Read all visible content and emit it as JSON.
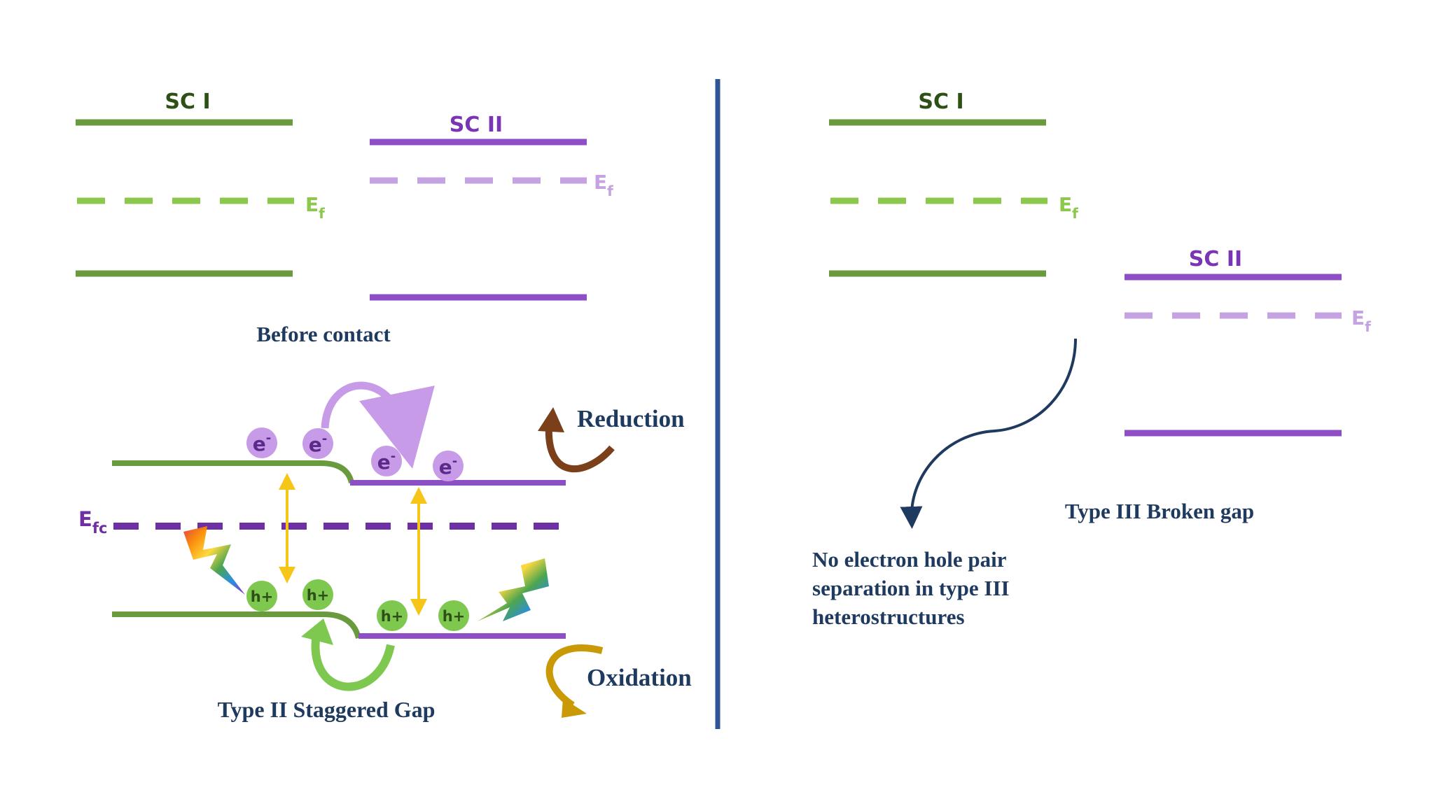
{
  "colors": {
    "green_dark": "#2d5016",
    "green_band": "#6a9a3e",
    "green_fermi": "#8cc84b",
    "green_hole": "#7ec850",
    "purple_band": "#8e4ec6",
    "purple_fermi": "#c5a2e2",
    "purple_fc": "#6d2fa3",
    "purple_electron": "#c79be8",
    "purple_text": "#7a35b5",
    "navy": "#1f3a5f",
    "divider": "#2f5597",
    "yellow": "#f5c518",
    "brown": "#7b3f1a",
    "gold": "#c99a06"
  },
  "left_panel": {
    "sc1_label": "SC I",
    "sc2_label": "SC II",
    "ef_main": "E",
    "ef_sub": "f",
    "before_contact": "Before contact",
    "efc_main": "E",
    "efc_sub": "fc",
    "electron_main": "e",
    "electron_sup": "-",
    "hole_label": "h+",
    "reduction": "Reduction",
    "oxidation": "Oxidation",
    "type2_title": "Type II Staggered Gap"
  },
  "right_panel": {
    "sc1_label": "SC I",
    "sc2_label": "SC II",
    "ef_main": "E",
    "ef_sub": "f",
    "type3_title": "Type III Broken gap",
    "note_lines": [
      "No electron hole pair",
      "separation in type III",
      "heterostructures"
    ]
  }
}
